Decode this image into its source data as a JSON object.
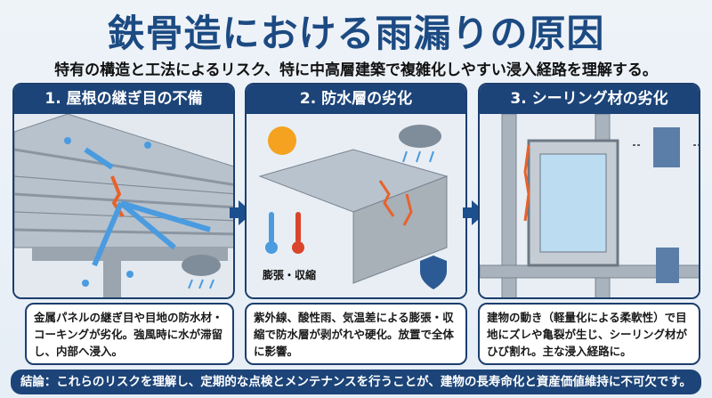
{
  "title": "鉄骨造における雨漏りの原因",
  "subtitle": "特有の構造と工法によるリスク、特に中高層建築で複雑化しやすい浸入経路を理解する。",
  "panels": [
    {
      "heading": "1. 屋根の継ぎ目の不備",
      "description": "金属パネルの継ぎ目や目地の防水材・コーキングが劣化。強風時に水が滞留し、内部へ浸入。"
    },
    {
      "heading": "2. 防水層の劣化",
      "label": "膨張・収縮",
      "description": "紫外線、酸性雨、気温差による膨張・収縮で防水層が剥がれや硬化。放置で全体に影響。"
    },
    {
      "heading": "3. シーリング材の劣化",
      "description": "建物の動き（軽量化による柔軟性）で目地にズレや亀裂が生じ、シーリング材がひび割れ。主な浸入経路に。"
    }
  ],
  "conclusion": "結論：これらのリスクを理解し、定期的な点検とメンテナンスを行うことが、建物の長寿命化と資産価値維持に不可欠です。",
  "colors": {
    "navy": "#1c4478",
    "crack": "#e8622a",
    "water": "#4a9be0"
  }
}
